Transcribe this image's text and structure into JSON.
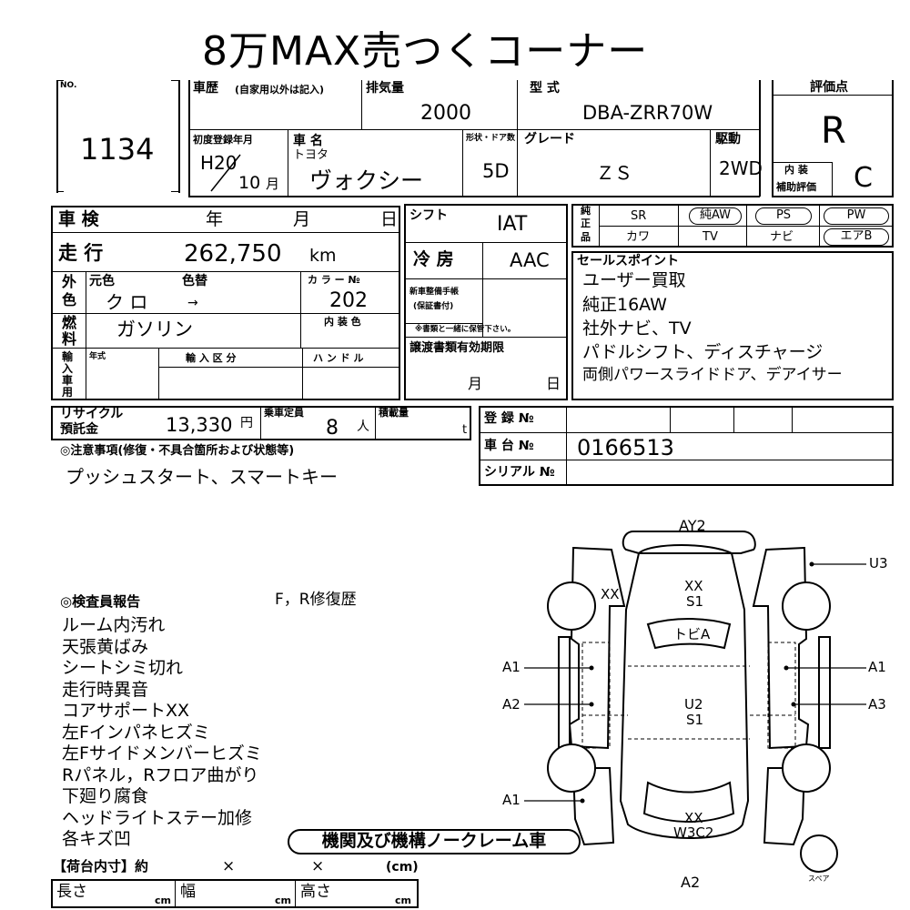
{
  "title": "8万MAX売つくコーナー",
  "no": {
    "label": "NO.",
    "value": "1134"
  },
  "history": {
    "label": "車歴",
    "note": "(自家用以外は記入)"
  },
  "displacement": {
    "label": "排気量",
    "value": "2000"
  },
  "model_code": {
    "label": "型 式",
    "value": "DBA-ZRR70W"
  },
  "evaluation": {
    "label": "評価点",
    "score": "R",
    "interior_label_1": "内 装",
    "interior_label_2": "補助評価",
    "interior_value": "C"
  },
  "first_reg": {
    "label": "初度登録年月",
    "era_year": "H20",
    "month": "10",
    "month_unit": "月"
  },
  "car_name": {
    "label": "車 名",
    "maker": "トヨタ",
    "value": "ヴォクシー"
  },
  "body_doors": {
    "label": "形状・ドア数",
    "value": "5D"
  },
  "grade": {
    "label": "グレード",
    "value": "ＺＳ"
  },
  "drive": {
    "label": "駆動",
    "value": "2WD"
  },
  "inspection": {
    "label": "車 検",
    "year": "年",
    "month": "月",
    "day": "日"
  },
  "mileage": {
    "label": "走 行",
    "value": "262,750",
    "unit": "km"
  },
  "exterior_color": {
    "label_1": "外",
    "label_2": "色",
    "orig_label": "元色",
    "changed_label": "色替",
    "orig_value": "ク ロ",
    "arrow": "→",
    "code_label": "カ ラ ー №",
    "code_value": "202"
  },
  "fuel": {
    "label_1": "燃",
    "label_2": "料",
    "value": "ガソリン",
    "interior_color_label": "内 装 色"
  },
  "import": {
    "label": "輸入車用",
    "year_label": "年式",
    "category_label": "輸 入 区 分",
    "handle_label": "ハ ン ド ル"
  },
  "shift": {
    "label": "シフト",
    "value": "IAT"
  },
  "ac": {
    "label": "冷 房",
    "value": "AAC"
  },
  "service_book": {
    "label_1": "新車整備手帳",
    "label_2": "(保証書付)",
    "note": "※書類と一緒に保管下さい。"
  },
  "transfer_docs": {
    "label": "譲渡書類有効期限",
    "month": "月",
    "day": "日"
  },
  "equipment": {
    "label_1": "純",
    "label_2": "正",
    "label_3": "品",
    "row1": [
      "SR",
      "純AW",
      "PS",
      "PW"
    ],
    "row2": [
      "カワ",
      "TV",
      "ナビ",
      "エアB"
    ]
  },
  "sales_points": {
    "label": "セールスポイント",
    "lines": [
      "ユーザー買取",
      "純正16AW",
      "社外ナビ、TV",
      "パドルシフト、ディスチャージ",
      "両側パワースライドドア、デアイサー"
    ]
  },
  "recycle": {
    "label_1": "リサイクル",
    "label_2": "預託金",
    "value": "13,330",
    "unit": "円"
  },
  "capacity": {
    "label": "乗車定員",
    "value": "8",
    "unit": "人"
  },
  "load": {
    "label": "積載量",
    "unit": "t"
  },
  "registration": {
    "label": "登 録 №"
  },
  "chassis": {
    "label": "車 台 №",
    "value": "0166513"
  },
  "serial": {
    "label": "シリアル №"
  },
  "notes": {
    "label": "◎注意事項(修復・不具合箇所および状態等)",
    "value": "プッシュスタート、スマートキー"
  },
  "inspector_report": {
    "label": "◎検査員報告",
    "repair_history": "F，R修復歴",
    "lines": [
      "ルーム内汚れ",
      "天張黄ばみ",
      "シートシミ切れ",
      "走行時異音",
      "コアサポートXX",
      "左Fインパネヒズミ",
      "左Fサイドメンバーヒズミ",
      "Rパネル，Rフロア曲がり",
      "下廻り腐食",
      "ヘッドライトステー加修",
      "各キズ凹"
    ]
  },
  "no_claim_stamp": "機関及び機構ノークレーム車",
  "cargo": {
    "label": "【荷台内寸】約",
    "x1": "×",
    "x2": "×",
    "cm_label": "(cm)",
    "length": "長さ",
    "width": "幅",
    "height": "高さ",
    "unit": "cm"
  },
  "diagram": {
    "front": "AY2",
    "top_left_mark": "XX",
    "roof_front_1": "XX",
    "roof_front_2": "S1",
    "windshield": "トビA",
    "right_front_callout": "U3",
    "left_1": "A1",
    "left_2": "A2",
    "left_3": "A1",
    "right_1": "A1",
    "right_2": "A3",
    "center_1": "U2",
    "center_2": "S1",
    "rear_1": "XX",
    "rear_2": "W3C2",
    "rear_bottom": "A2",
    "spare": "スペア"
  }
}
